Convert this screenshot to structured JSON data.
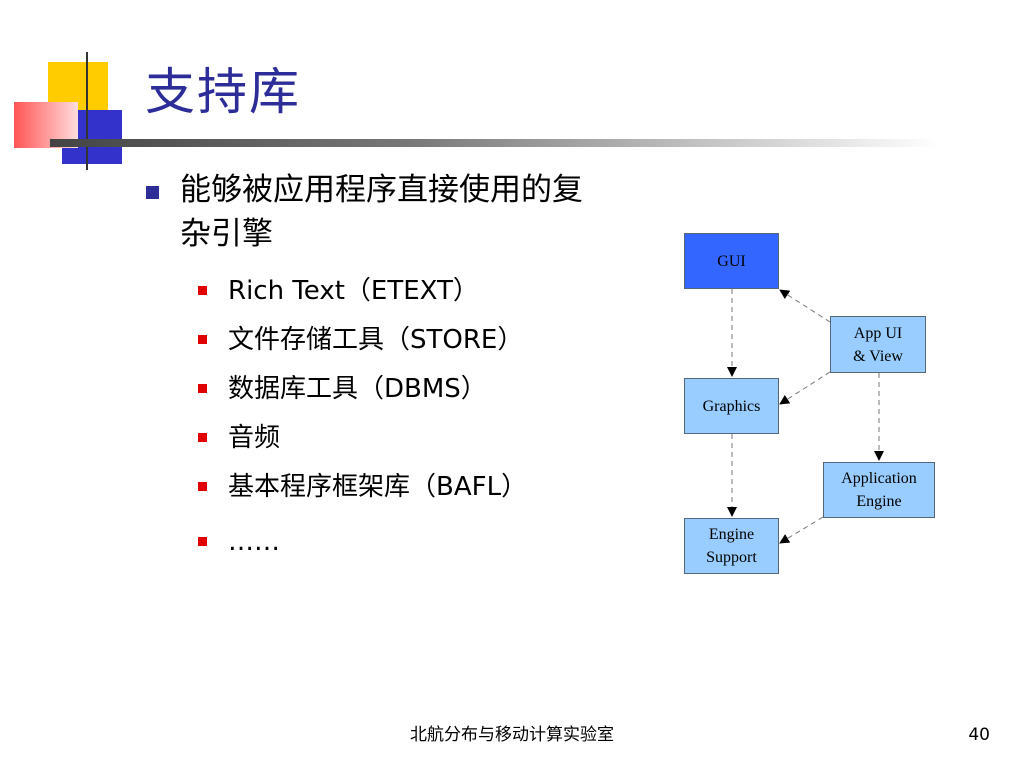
{
  "slide": {
    "title": "支持库",
    "bullet_main": "能够被应用程序直接使用的复杂引擎",
    "sub_bullets": [
      "Rich Text（ETEXT）",
      "文件存储工具（STORE）",
      "数据库工具（DBMS）",
      "音频",
      "基本程序框架库（BAFL）",
      "……"
    ],
    "footer": "北航分布与移动计算实验室",
    "page_number": "40"
  },
  "diagram": {
    "boxes": {
      "gui": "GUI",
      "app_ui": "App UI\n& View",
      "graphics": "Graphics",
      "application_engine": "Application\nEngine",
      "engine_support": "Engine\nSupport"
    },
    "colors": {
      "gui_fill": "#3366ff",
      "box_fill": "#99ccff",
      "title": "#2d2d99",
      "main_bullet": "#2d2d99",
      "sub_bullet": "#e00000"
    }
  }
}
